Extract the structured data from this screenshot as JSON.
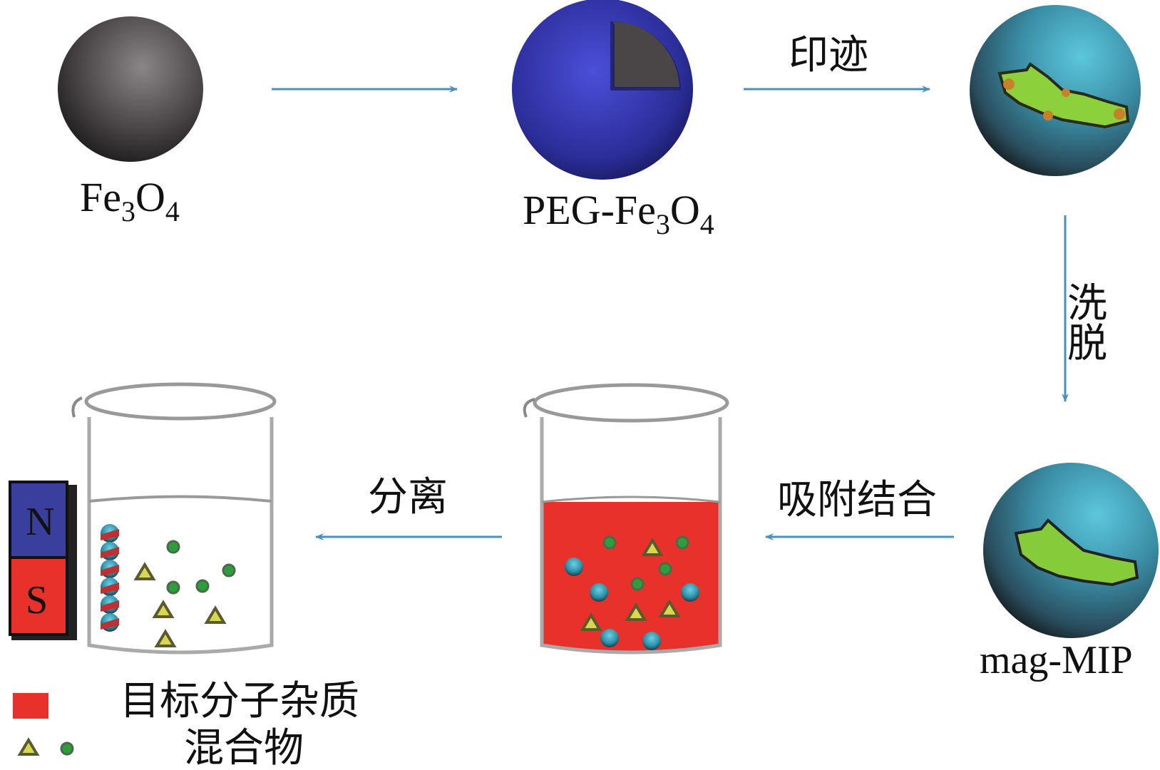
{
  "title": "Magnetic molecularly imprinted polymer preparation and separation scheme",
  "labels": {
    "fe3o4": {
      "main": "Fe",
      "sub1": "3",
      "mid": "O",
      "sub2": "4"
    },
    "peg_fe3o4": {
      "main": "PEG-Fe",
      "sub1": "3",
      "mid": "O",
      "sub2": "4"
    },
    "mag_mip": "mag-MIP"
  },
  "steps": {
    "imprint": "印迹",
    "elute": "洗脱",
    "adsorb": "吸附结合",
    "separate": "分离"
  },
  "magnet": {
    "north": "N",
    "south": "S"
  },
  "legend": {
    "line1": "目标分子杂质",
    "line2": "混合物"
  },
  "colors": {
    "arrow": "#4a90b8",
    "liquid": "#e8312a",
    "magnet_n": "#3a3f9e",
    "magnet_s": "#e8312a",
    "impurity_dot": "#2e9e3a",
    "triangle": "#d8d84a",
    "mip_blue": "#4fb6cc",
    "template_green": "#7ccf3a"
  }
}
